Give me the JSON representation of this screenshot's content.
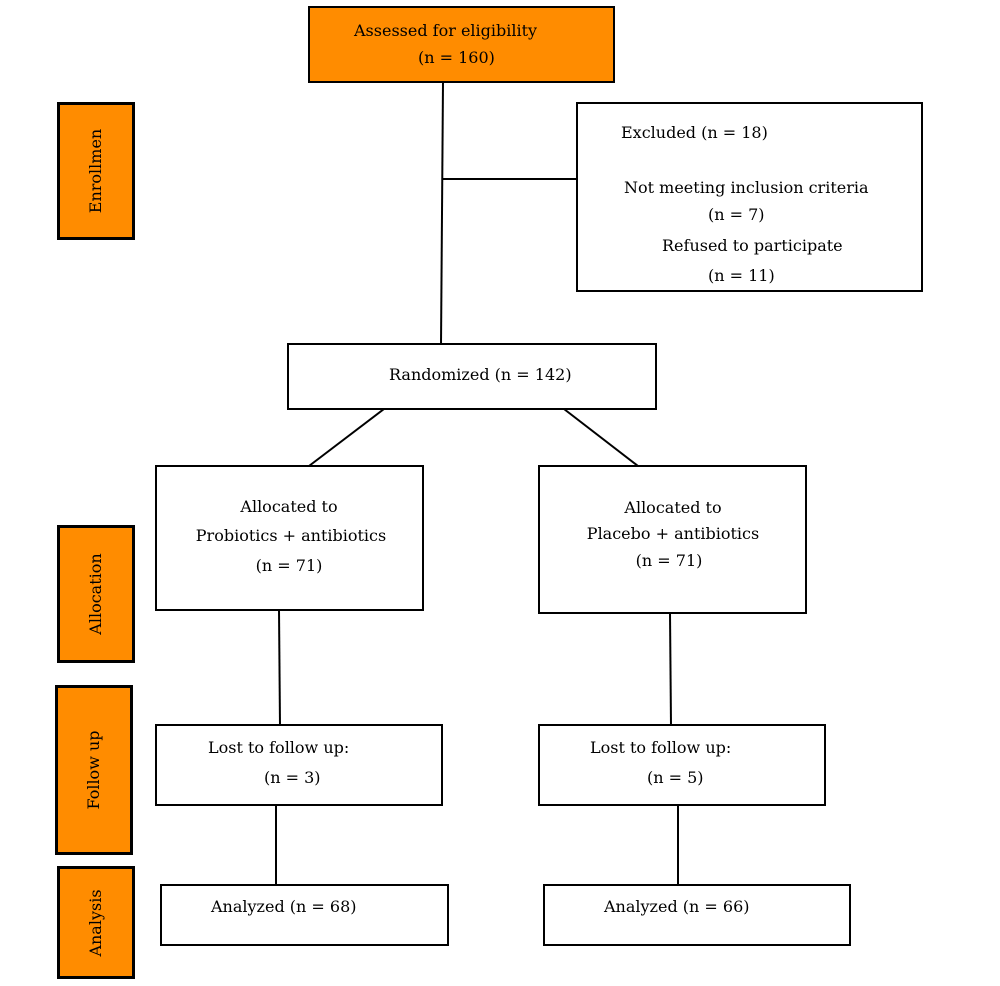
{
  "colors": {
    "stage_fill": "#ff8c00",
    "box_fill": "#ffffff",
    "line": "#000000"
  },
  "stages": {
    "enrollment": "Enrollmen",
    "allocation": "Allocation",
    "follow_up": "Follow up",
    "analysis": "Analysis"
  },
  "assessed": {
    "label": "Assessed for eligibility",
    "n": "(n = 160)"
  },
  "excluded": {
    "label": "Excluded (n = 18)",
    "reason1_label": "Not meeting inclusion criteria",
    "reason1_n": "(n = 7)",
    "reason2_label": "Refused to participate",
    "reason2_n": "(n = 11)"
  },
  "randomized": {
    "label": "Randomized (n = 142)"
  },
  "arm_left": {
    "allocated_line1": "Allocated to",
    "allocated_line2": "Probiotics + antibiotics",
    "allocated_n": "(n = 71)",
    "lost_label": "Lost to follow up:",
    "lost_n": "(n = 3)",
    "analyzed": "Analyzed (n = 68)"
  },
  "arm_right": {
    "allocated_line1": "Allocated to",
    "allocated_line2": "Placebo + antibiotics",
    "allocated_n": "(n = 71)",
    "lost_label": "Lost to follow up:",
    "lost_n": "(n = 5)",
    "analyzed": "Analyzed (n = 66)"
  }
}
